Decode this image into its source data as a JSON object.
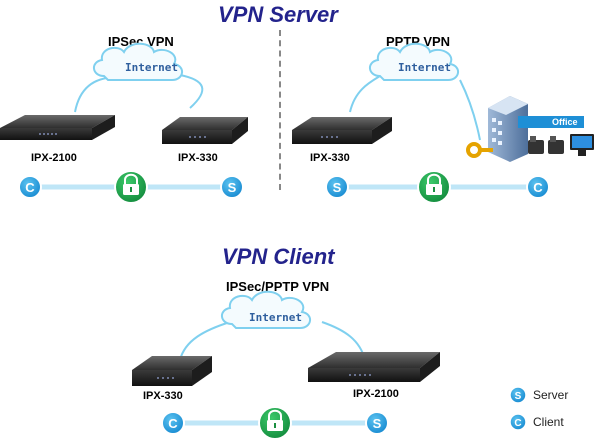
{
  "sections": {
    "server_title": "VPN Server",
    "client_title": "VPN Client"
  },
  "server": {
    "ipsec": {
      "heading": "IPSec VPN",
      "cloud": "Internet",
      "device_left": "IPX-2100",
      "device_right": "IPX-330",
      "badge_left": "C",
      "badge_right": "S"
    },
    "pptp": {
      "heading": "PPTP VPN",
      "cloud": "Internet",
      "device_left": "IPX-330",
      "office_label": "Office",
      "badge_left": "S",
      "badge_right": "C"
    }
  },
  "client": {
    "heading": "IPSec/PPTP VPN",
    "cloud": "Internet",
    "device_left": "IPX-330",
    "device_right": "IPX-2100",
    "badge_left": "C",
    "badge_right": "S"
  },
  "legend": {
    "server_badge": "S",
    "server_label": "Server",
    "client_badge": "C",
    "client_label": "Client"
  },
  "colors": {
    "title": "#23238c",
    "badge": "#1e9be0",
    "lock": "#1fa34a",
    "line": "#bfe6f7",
    "cloud_outline": "#7fd0ef"
  }
}
